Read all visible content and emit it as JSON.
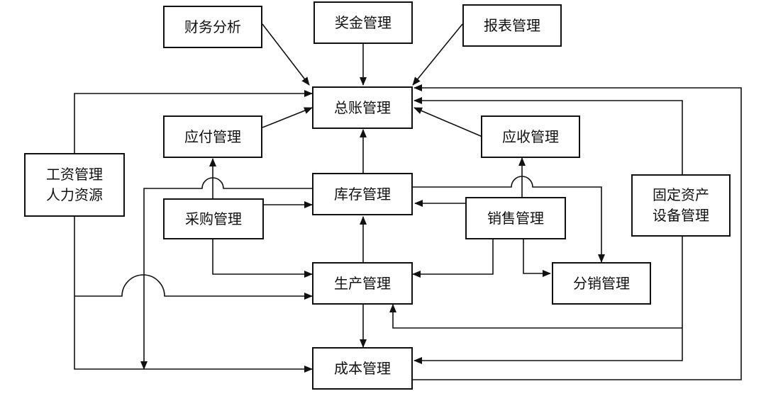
{
  "diagram": {
    "nodes": {
      "caiwu": "财务分析",
      "jiangjin": "奖金管理",
      "baobiao": "报表管理",
      "zongzhang": "总账管理",
      "yingfu": "应付管理",
      "yingshou": "应收管理",
      "gongzi": "工资管理\n人力资源",
      "kucun": "库存管理",
      "caigou": "采购管理",
      "xiaoshou": "销售管理",
      "guding": "固定资产\n设备管理",
      "shengchan": "生产管理",
      "fenxiao": "分销管理",
      "chengben": "成本管理"
    }
  }
}
